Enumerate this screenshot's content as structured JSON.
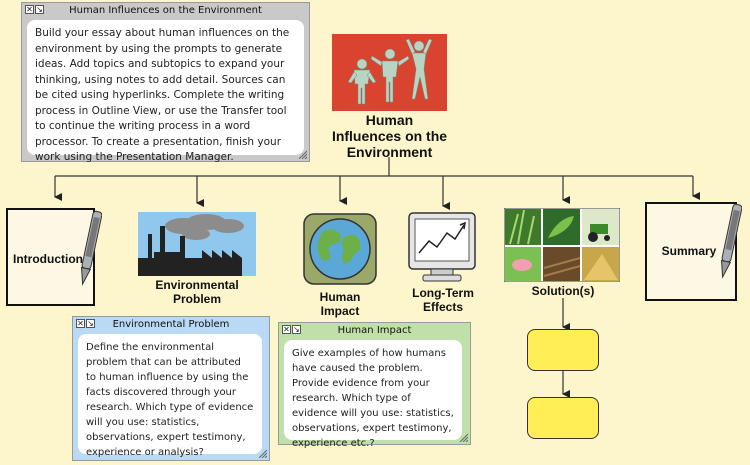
{
  "main_topic": {
    "label_lines": [
      "Human",
      "Influences on the",
      "Environment"
    ]
  },
  "notes": {
    "main": {
      "title": "Human Influences on the Environment",
      "body": "Build your essay about human influences on the environment by using the prompts to generate ideas. Add topics and subtopics to expand your thinking, using notes to add detail. Sources can be cited using hyperlinks. Complete the writing process in Outline View, or use the Transfer tool to continue the writing process in a word processor. To create a presentation, finish your work using the Presentation Manager."
    },
    "environmental_problem": {
      "title": "Environmental Problem",
      "body": "Define the environmental problem that can be attributed to human influence by using the facts discovered through your research. Which type of evidence will you use: statistics, observations, expert testimony, experience or analysis?"
    },
    "human_impact": {
      "title": "Human Impact",
      "body": "Give examples of how humans have caused the problem. Provide evidence from your research. Which type of evidence will you use: statistics, observations, expert testimony, experience etc.?"
    }
  },
  "subtopics": {
    "introduction": "Introduction",
    "environmental_problem": [
      "Environmental",
      "Problem"
    ],
    "human_impact": [
      "Human",
      "Impact"
    ],
    "long_term_effects": [
      "Long-Term",
      "Effects"
    ],
    "solutions": "Solution(s)",
    "summary": "Summary"
  },
  "icons": {
    "note_close": "close-icon",
    "note_collapse": "collapse-icon",
    "note_resize": "resize-grip-icon"
  },
  "colors": {
    "background": "#fdf6cc",
    "main_note": "#c9c9c9",
    "env_note": "#b9d9f5",
    "impact_note": "#bfe0a8",
    "main_topic_red": "#d8442f",
    "yellow_box": "#ffee55"
  }
}
